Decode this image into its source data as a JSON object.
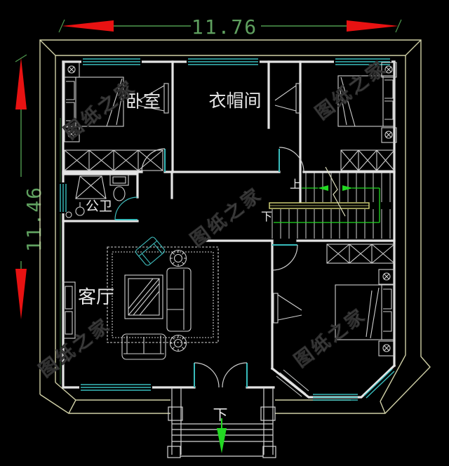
{
  "watermark": {
    "text": "图纸之家"
  },
  "dimensions": {
    "width_label": "11.76",
    "height_label": "11.46"
  },
  "rooms": {
    "bedroom": {
      "label": "卧室"
    },
    "cloakroom": {
      "label": "衣帽间"
    },
    "bathroom": {
      "label": "公卫"
    },
    "living_room": {
      "label": "客厅"
    }
  },
  "stairs": {
    "up_label": "上",
    "down_label": "下"
  },
  "entrance": {
    "down_label": "下"
  },
  "colors": {
    "background": "#000000",
    "wall_line": "#e4e4e4",
    "eave_outline": "#cfcfa6",
    "window_teal": "#38bcbc",
    "dimension_green": "#5fa05f",
    "arrow_red": "#e81212",
    "stair_rail_yellow": "#d8d87c",
    "direction_arrow_green": "#22d822",
    "watermark_gray": "#7a7a7a"
  }
}
